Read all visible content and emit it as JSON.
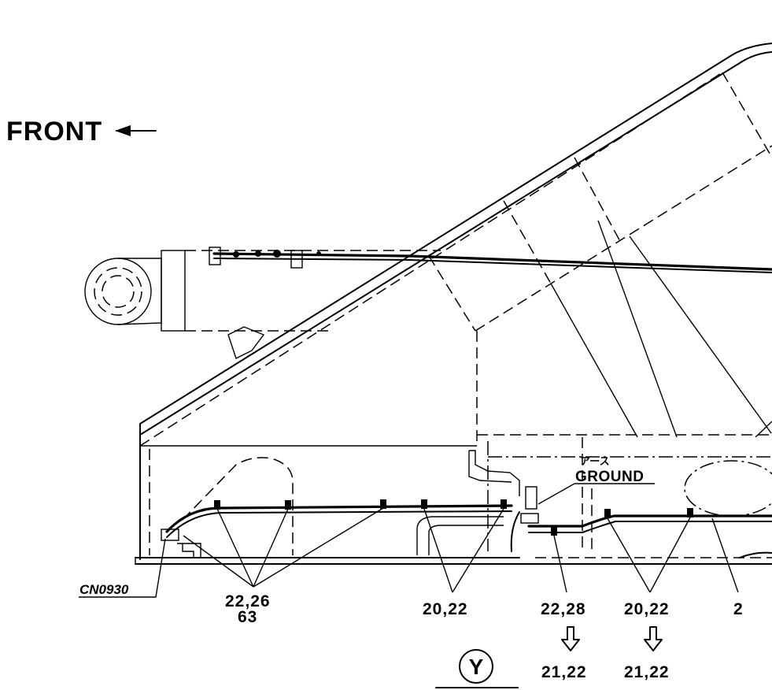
{
  "front_label": "FRONT",
  "ground_jp": "アース",
  "ground_en": "GROUND",
  "connector": "CN0930",
  "callouts": {
    "c1_line1": "22,26",
    "c1_line2": "63",
    "c2": "20,22",
    "c3": "22,28",
    "c4": "20,22",
    "c5": "2",
    "c3_sub": "21,22",
    "c4_sub": "21,22"
  },
  "view_mark": "Y"
}
